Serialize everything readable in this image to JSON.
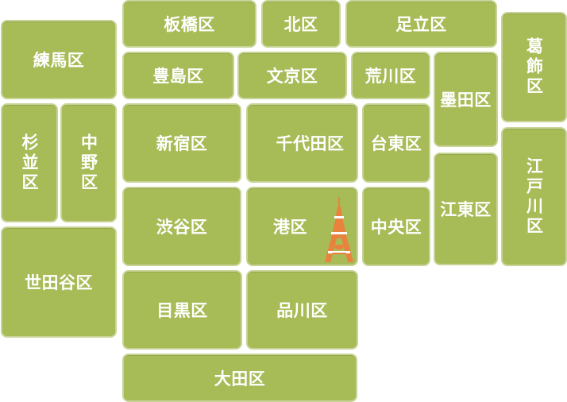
{
  "colors": {
    "ward_fill": "#a7bb57",
    "ward_border": "#c8d497",
    "label": "#ffffff",
    "tower_orange": "#e8823c",
    "tower_white": "#ffffff"
  },
  "wards": {
    "nerima": "練馬区",
    "itabashi": "板橋区",
    "kita": "北区",
    "adachi": "足立区",
    "katsushika": "葛飾区",
    "toshima": "豊島区",
    "bunkyo": "文京区",
    "arakawa": "荒川区",
    "sumida": "墨田区",
    "suginami": "杉並区",
    "nakano": "中野区",
    "shinjuku": "新宿区",
    "chiyoda": "千代田区",
    "taito": "台東区",
    "edogawa": "江戸川区",
    "koto": "江東区",
    "shibuya": "渋谷区",
    "minato": "港区",
    "chuo": "中央区",
    "setagaya": "世田谷区",
    "meguro": "目黒区",
    "shinagawa": "品川区",
    "ota": "大田区"
  },
  "icons": {
    "minato_landmark": "tokyo-tower-icon"
  }
}
